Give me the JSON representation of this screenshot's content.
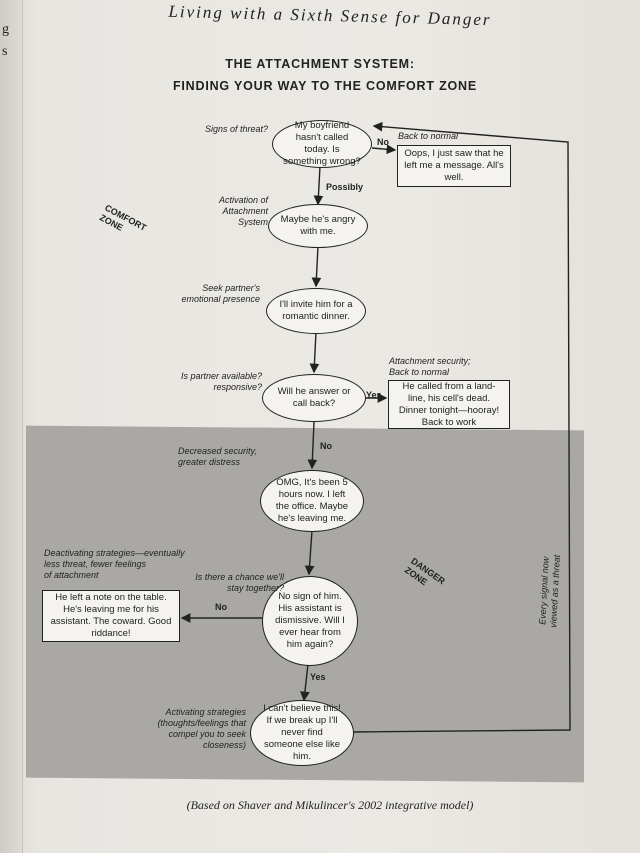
{
  "prev_page": {
    "glyphs": [
      "g",
      "s"
    ]
  },
  "running_head": "Living with a Sixth Sense for Danger",
  "diagram": {
    "title_line1": "THE ATTACHMENT SYSTEM:",
    "title_line2": "FINDING YOUR WAY TO THE COMFORT ZONE",
    "comfort_zone_label": "COMFORT\nZONE",
    "danger_zone_label": "DANGER\nZONE",
    "side_note": "Every signal now\nviewed as a threat",
    "nodes": {
      "threat": "My boyfriend hasn't called today. Is something wrong?",
      "angry": "Maybe he's angry with me.",
      "dinner": "I'll invite him for a romantic dinner.",
      "answer": "Will he answer or call back?",
      "omg": "OMG, It's been 5 hours now. I left the office. Maybe he's leaving me.",
      "no_sign": "No sign of him. His assistant is dismissive. Will I ever hear from him again?",
      "cant_believe": "I can't believe this! If we break up I'll never find someone else like him."
    },
    "boxes": {
      "oops": "Oops, I just saw that he left me a message. All's well.",
      "landline": "He called from a land-line, his cell's dead. Dinner tonight—hooray! Back to work",
      "note": "He left a note on the table. He's leaving me for his assistant. The coward. Good riddance!"
    },
    "labels": {
      "signs_of_threat": "Signs of threat?",
      "back_to_normal": "Back to normal",
      "activation": "Activation of\nAttachment System",
      "seek_partner": "Seek partner's\nemotional presence",
      "partner_available": "Is partner available?\nresponsive?",
      "attachment_security": "Attachment security;\nBack to normal",
      "decreased_security": "Decreased security,\ngreater distress",
      "deactivating": "Deactivating strategies—eventually\nless threat, fewer feelings\nof attachment",
      "chance_together": "Is there a chance we'll\nstay together?",
      "activating": "Activating strategies\n(thoughts/feelings that\ncompel you to seek\ncloseness)"
    },
    "edges": {
      "no_top": "No",
      "possibly": "Possibly",
      "yes_answer": "Yes",
      "no_answer": "No",
      "no_together": "No",
      "yes_together": "Yes"
    }
  },
  "caption": "(Based on Shaver and Mikulincer's 2002 integrative model)"
}
